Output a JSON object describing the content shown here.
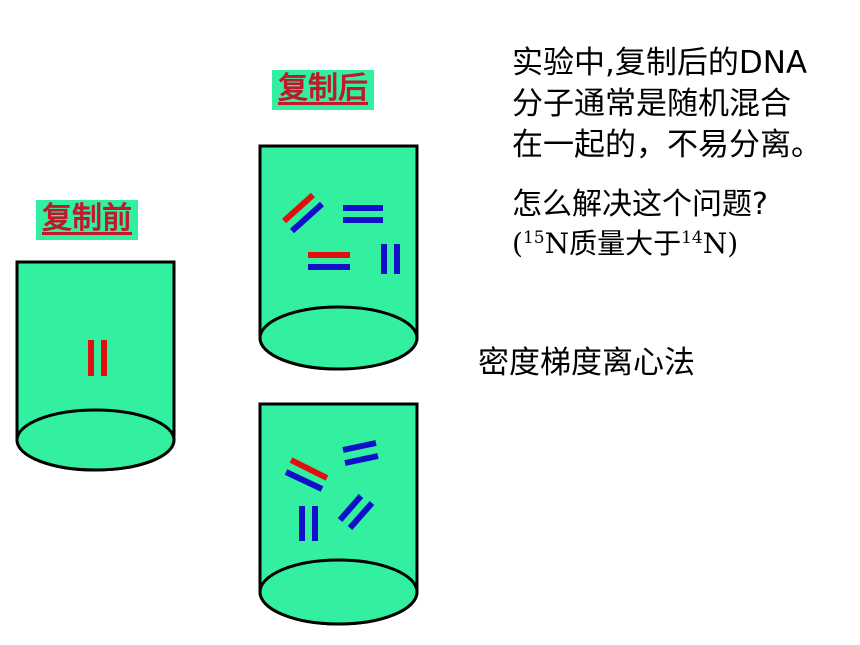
{
  "labels": {
    "before": "复制前",
    "after": "复制后"
  },
  "description": {
    "lines": [
      "实验中,复制后的DNA",
      "分子通常是随机混合",
      "在一起的，不易分离。"
    ]
  },
  "question": "怎么解决这个问题?",
  "note": {
    "open": "(",
    "iso_a_mass": "15",
    "iso_a_symbol": "N质量大于",
    "iso_b_mass": "14",
    "iso_b_symbol": "N)"
  },
  "method": "密度梯度离心法",
  "colors": {
    "tube_fill": "#33f0a0",
    "tube_stroke": "#000000",
    "strand_red": "#e01010",
    "strand_blue": "#1010c8"
  }
}
